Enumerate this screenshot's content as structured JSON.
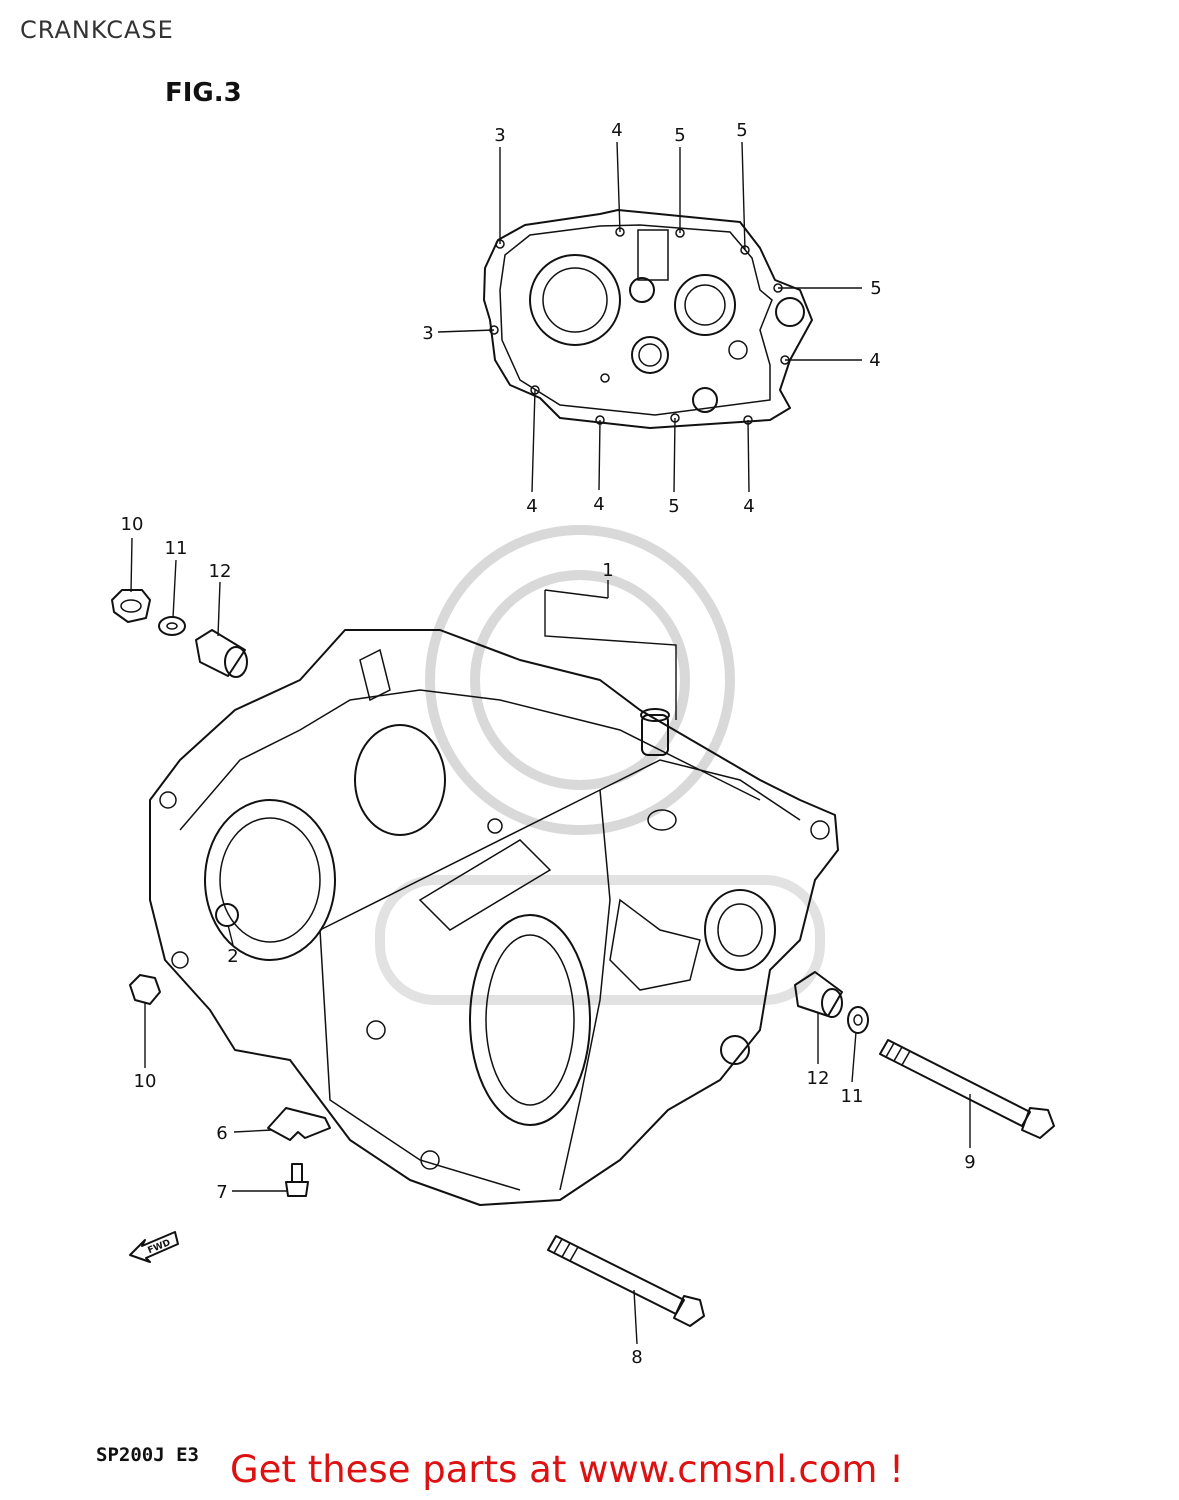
{
  "header": {
    "title": "CRANKCASE"
  },
  "figure": {
    "label": "FIG.3",
    "fwd_label": "FWD"
  },
  "footer": {
    "model_code": "SP200J  E3",
    "promo_text": "Get these parts at www.cmsnl.com !"
  },
  "callouts": {
    "c3_top": "3",
    "c4_top": "4",
    "c5_top_a": "5",
    "c5_top_b": "5",
    "c5_right": "5",
    "c3_left": "3",
    "c4_right": "4",
    "c4_bot_a": "4",
    "c4_bot_b": "4",
    "c5_bot": "5",
    "c4_bot_c": "4",
    "c10_top": "10",
    "c11_top": "11",
    "c12_top": "12",
    "c1": "1",
    "c2": "2",
    "c10_bot": "10",
    "c12_bot": "12",
    "c11_bot": "11",
    "c9": "9",
    "c6": "6",
    "c7": "7",
    "c8": "8"
  },
  "colors": {
    "line": "#111111",
    "promo": "#dd1111",
    "watermark": "#d9d9d9",
    "background": "#ffffff"
  }
}
